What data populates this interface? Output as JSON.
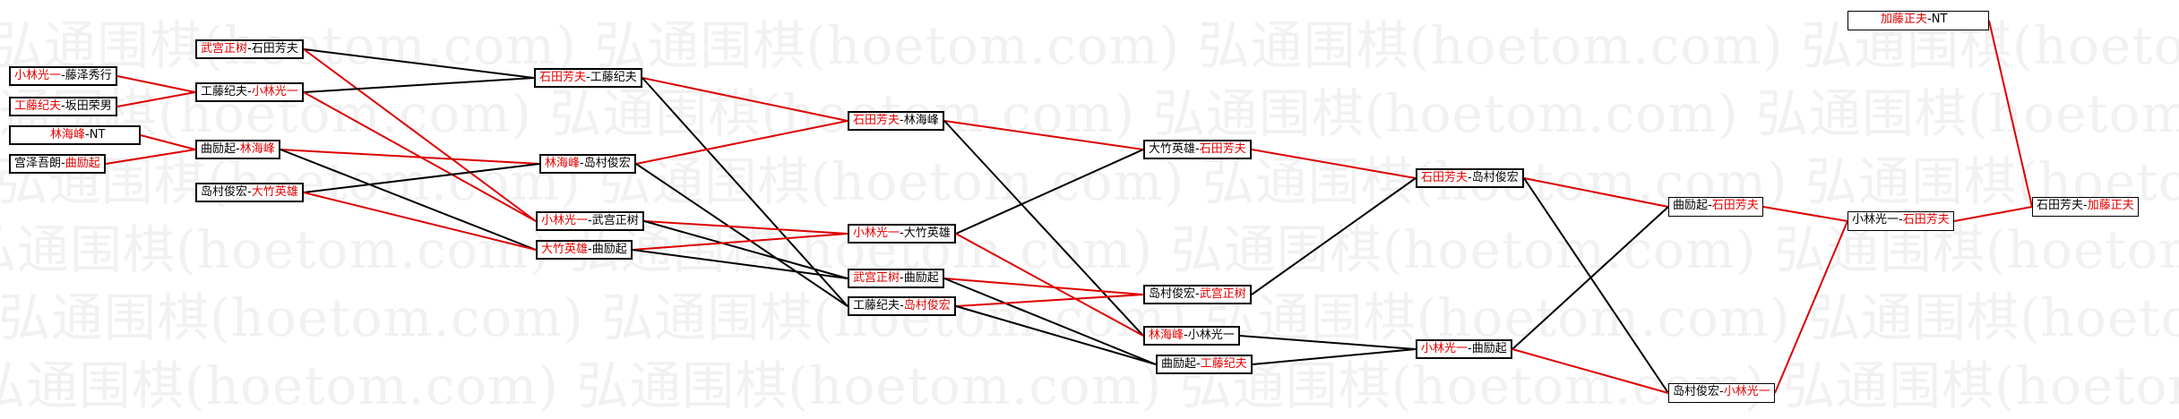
{
  "watermark": {
    "text": "弘通围棋(hoetom.com)",
    "rows": [
      "弘通围棋(hoetom.com) 弘通围棋(hoetom.com) 弘通围棋(hoetom.com) 弘通围棋(hoetom.com) 弘通围棋(hoetom.com) 弘通围棋(hoetom.com) 弘通围棋(hoetom.com)",
      "弘通围棋(hoetom.com) 弘通围棋(hoetom.com) 弘通围棋(hoetom.com) 弘通围棋(hoetom.com) 弘通围棋(hoetom.com) 弘通围棋(hoetom.com) 弘通围棋(hoetom.com)",
      "弘通围棋(hoetom.com) 弘通围棋(hoetom.com) 弘通围棋(hoetom.com) 弘通围棋(hoetom.com) 弘通围棋(hoetom.com) 弘通围棋(hoetom.com) 弘通围棋(hoetom.com)",
      "弘通围棋(hoetom.com) 弘通围棋(hoetom.com) 弘通围棋(hoetom.com) 弘通围棋(hoetom.com) 弘通围棋(hoetom.com) 弘通围棋(hoetom.com) 弘通围棋(hoetom.com)",
      "弘通围棋(hoetom.com) 弘通围棋(hoetom.com) 弘通围棋(hoetom.com) 弘通围棋(hoetom.com) 弘通围棋(hoetom.com) 弘通围棋(hoetom.com) 弘通围棋(hoetom.com)",
      "弘通围棋(hoetom.com) 弘通围棋(hoetom.com) 弘通围棋(hoetom.com) 弘通围棋(hoetom.com) 弘通围棋(hoetom.com) 弘通围棋(hoetom.com) 弘通围棋(hoetom.com)"
    ]
  },
  "colors": {
    "winner": "#e60000",
    "loser": "#000000",
    "red_line": "#dd0000",
    "black_line": "#000000",
    "box_border": "#000000"
  },
  "matches": [
    {
      "id": "r1a",
      "left": {
        "name": "小林光一",
        "win": true
      },
      "right": {
        "name": "藤泽秀行",
        "win": false
      }
    },
    {
      "id": "r1b",
      "left": {
        "name": "工藤纪夫",
        "win": true
      },
      "right": {
        "name": "坂田荣男",
        "win": false
      }
    },
    {
      "id": "r1c",
      "left": {
        "name": "林海峰",
        "win": true
      },
      "right": {
        "name": "NT",
        "win": false
      }
    },
    {
      "id": "r1d",
      "left": {
        "name": "宫泽吾朗",
        "win": false
      },
      "right": {
        "name": "曲励起",
        "win": true
      }
    },
    {
      "id": "r2a",
      "left": {
        "name": "武宫正树",
        "win": true
      },
      "right": {
        "name": "石田芳夫",
        "win": false
      }
    },
    {
      "id": "r2b",
      "left": {
        "name": "工藤纪夫",
        "win": false
      },
      "right": {
        "name": "小林光一",
        "win": true
      }
    },
    {
      "id": "r2c",
      "left": {
        "name": "曲励起",
        "win": false
      },
      "right": {
        "name": "林海峰",
        "win": true
      }
    },
    {
      "id": "r2d",
      "left": {
        "name": "岛村俊宏",
        "win": false
      },
      "right": {
        "name": "大竹英雄",
        "win": true
      }
    },
    {
      "id": "r3a",
      "left": {
        "name": "石田芳夫",
        "win": true
      },
      "right": {
        "name": "工藤纪夫",
        "win": false
      }
    },
    {
      "id": "r3b",
      "left": {
        "name": "林海峰",
        "win": true
      },
      "right": {
        "name": "岛村俊宏",
        "win": false
      }
    },
    {
      "id": "r3c",
      "left": {
        "name": "小林光一",
        "win": true
      },
      "right": {
        "name": "武宫正树",
        "win": false
      }
    },
    {
      "id": "r3d",
      "left": {
        "name": "大竹英雄",
        "win": true
      },
      "right": {
        "name": "曲励起",
        "win": false
      }
    },
    {
      "id": "r4a",
      "left": {
        "name": "石田芳夫",
        "win": true
      },
      "right": {
        "name": "林海峰",
        "win": false
      }
    },
    {
      "id": "r4b",
      "left": {
        "name": "小林光一",
        "win": true
      },
      "right": {
        "name": "大竹英雄",
        "win": false
      }
    },
    {
      "id": "r4c",
      "left": {
        "name": "武宫正树",
        "win": true
      },
      "right": {
        "name": "曲励起",
        "win": false
      }
    },
    {
      "id": "r4d",
      "left": {
        "name": "工藤纪夫",
        "win": false
      },
      "right": {
        "name": "岛村俊宏",
        "win": true
      }
    },
    {
      "id": "r5a",
      "left": {
        "name": "大竹英雄",
        "win": false
      },
      "right": {
        "name": "石田芳夫",
        "win": true
      }
    },
    {
      "id": "r5b",
      "left": {
        "name": "岛村俊宏",
        "win": false
      },
      "right": {
        "name": "武宫正树",
        "win": true
      }
    },
    {
      "id": "r5c",
      "left": {
        "name": "林海峰",
        "win": true
      },
      "right": {
        "name": "小林光一",
        "win": false
      }
    },
    {
      "id": "r5d",
      "left": {
        "name": "曲励起",
        "win": false
      },
      "right": {
        "name": "工藤纪夫",
        "win": true
      }
    },
    {
      "id": "r6a",
      "left": {
        "name": "石田芳夫",
        "win": true
      },
      "right": {
        "name": "岛村俊宏",
        "win": false
      }
    },
    {
      "id": "r6b",
      "left": {
        "name": "小林光一",
        "win": true
      },
      "right": {
        "name": "曲励起",
        "win": false
      }
    },
    {
      "id": "r7a",
      "left": {
        "name": "曲励起",
        "win": false
      },
      "right": {
        "name": "石田芳夫",
        "win": true
      }
    },
    {
      "id": "r7b",
      "left": {
        "name": "岛村俊宏",
        "win": false
      },
      "right": {
        "name": "小林光一",
        "win": true
      }
    },
    {
      "id": "r8a",
      "left": {
        "name": "小林光一",
        "win": false
      },
      "right": {
        "name": "石田芳夫",
        "win": true
      }
    },
    {
      "id": "r8top",
      "left": {
        "name": "加藤正夫",
        "win": true
      },
      "right": {
        "name": "NT",
        "win": false
      }
    },
    {
      "id": "final",
      "left": {
        "name": "石田芳夫",
        "win": false
      },
      "right": {
        "name": "加藤正夫",
        "win": true
      }
    }
  ],
  "links": [
    {
      "from": "r1a",
      "to": "r2b",
      "color": "red"
    },
    {
      "from": "r1b",
      "to": "r2b",
      "color": "red"
    },
    {
      "from": "r1c",
      "to": "r2c",
      "color": "red"
    },
    {
      "from": "r1d",
      "to": "r2c",
      "color": "red"
    },
    {
      "from": "r2a",
      "to": "r3a",
      "color": "black"
    },
    {
      "from": "r2a",
      "to": "r3c",
      "color": "red"
    },
    {
      "from": "r2b",
      "to": "r3a",
      "color": "black"
    },
    {
      "from": "r2b",
      "to": "r3c",
      "color": "red"
    },
    {
      "from": "r2c",
      "to": "r3b",
      "color": "red"
    },
    {
      "from": "r2c",
      "to": "r3d",
      "color": "black"
    },
    {
      "from": "r2d",
      "to": "r3b",
      "color": "black"
    },
    {
      "from": "r2d",
      "to": "r3d",
      "color": "red"
    },
    {
      "from": "r3a",
      "to": "r4a",
      "color": "red"
    },
    {
      "from": "r3a",
      "to": "r4d",
      "color": "black"
    },
    {
      "from": "r3b",
      "to": "r4a",
      "color": "red"
    },
    {
      "from": "r3b",
      "to": "r4d",
      "color": "black"
    },
    {
      "from": "r3c",
      "to": "r4b",
      "color": "red"
    },
    {
      "from": "r3c",
      "to": "r4c",
      "color": "black"
    },
    {
      "from": "r3d",
      "to": "r4b",
      "color": "red"
    },
    {
      "from": "r3d",
      "to": "r4c",
      "color": "black"
    },
    {
      "from": "r4a",
      "to": "r5a",
      "color": "red"
    },
    {
      "from": "r4a",
      "to": "r5c",
      "color": "black"
    },
    {
      "from": "r4b",
      "to": "r5a",
      "color": "black"
    },
    {
      "from": "r4b",
      "to": "r5c",
      "color": "red"
    },
    {
      "from": "r4c",
      "to": "r5b",
      "color": "red"
    },
    {
      "from": "r4c",
      "to": "r5d",
      "color": "black"
    },
    {
      "from": "r4d",
      "to": "r5b",
      "color": "red"
    },
    {
      "from": "r4d",
      "to": "r5d",
      "color": "black"
    },
    {
      "from": "r5a",
      "to": "r6a",
      "color": "red"
    },
    {
      "from": "r5b",
      "to": "r6a",
      "color": "black"
    },
    {
      "from": "r5c",
      "to": "r6b",
      "color": "black"
    },
    {
      "from": "r5d",
      "to": "r6b",
      "color": "black"
    },
    {
      "from": "r6a",
      "to": "r7a",
      "color": "red"
    },
    {
      "from": "r6a",
      "to": "r7b",
      "color": "black"
    },
    {
      "from": "r6b",
      "to": "r7a",
      "color": "black"
    },
    {
      "from": "r6b",
      "to": "r7b",
      "color": "red"
    },
    {
      "from": "r7a",
      "to": "r8a",
      "color": "red"
    },
    {
      "from": "r7b",
      "to": "r8a",
      "color": "red"
    },
    {
      "from": "r8a",
      "to": "final",
      "color": "red"
    },
    {
      "from": "r8top",
      "to": "final",
      "color": "red"
    }
  ]
}
